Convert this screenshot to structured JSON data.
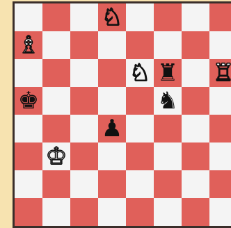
{
  "board": {
    "light_color": "#f4f4f4",
    "dark_color": "#e0605a",
    "frame_color": "#f7e3b0",
    "border_color": "#3a2e2a",
    "rows": [
      [
        null,
        null,
        null,
        {
          "glyph": "♘",
          "side": "white",
          "name": "white-knight"
        },
        null,
        null,
        null,
        null
      ],
      [
        {
          "glyph": "♗",
          "side": "white",
          "name": "white-bishop"
        },
        null,
        null,
        null,
        null,
        null,
        null,
        null
      ],
      [
        null,
        null,
        null,
        null,
        {
          "glyph": "♘",
          "side": "white",
          "name": "white-knight"
        },
        {
          "glyph": "♜",
          "side": "black",
          "name": "black-rook"
        },
        null,
        {
          "glyph": "♖",
          "side": "white",
          "name": "white-rook"
        }
      ],
      [
        {
          "glyph": "♚",
          "side": "black",
          "name": "black-king"
        },
        null,
        null,
        null,
        null,
        {
          "glyph": "♞",
          "side": "black",
          "name": "black-knight"
        },
        null,
        null
      ],
      [
        null,
        null,
        null,
        {
          "glyph": "♟",
          "side": "black",
          "name": "black-pawn"
        },
        null,
        null,
        null,
        null
      ],
      [
        null,
        {
          "glyph": "♔",
          "side": "white",
          "name": "white-king"
        },
        null,
        null,
        null,
        null,
        null,
        null
      ],
      [
        null,
        null,
        null,
        null,
        null,
        null,
        null,
        null
      ],
      [
        null,
        null,
        null,
        null,
        null,
        null,
        null,
        null
      ]
    ]
  }
}
